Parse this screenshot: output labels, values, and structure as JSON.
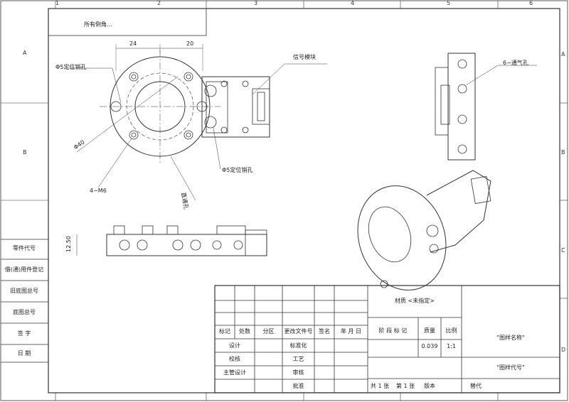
{
  "zones_top": [
    "1",
    "2",
    "3",
    "4",
    "5",
    "6"
  ],
  "zones_side": [
    "A",
    "B",
    "C",
    "D"
  ],
  "top_note": "所有倒角...",
  "side_table": [
    "零件代号",
    "借(通)用件登记",
    "旧底图总号",
    "底图总号",
    "签   字",
    "日   期"
  ],
  "annotations": {
    "dim_24": "24",
    "dim_20": "20",
    "phi5_top": "Φ5定位销孔",
    "signal_module": "信号模块",
    "phi40": "Φ40",
    "phi5_bottom": "Φ5定位销孔",
    "m6": "4−M6",
    "through_hole": "直通孔",
    "dim_12_50": "12.50",
    "air_holes": "6−通气孔"
  },
  "title_block": {
    "material": "材质 <未指定>",
    "headers": [
      "标记",
      "处数",
      "分区",
      "更改文件号",
      "签名",
      "年 月 日"
    ],
    "row_labels": [
      "设计",
      "校核",
      "主管设计"
    ],
    "mid_labels": [
      "标准化",
      "工艺",
      "审核",
      "批准"
    ],
    "stage_label": "阶 段 标 记",
    "weight_label": "质量",
    "scale_label": "比例",
    "weight_value": "0.039",
    "scale_value": "1:1",
    "drawing_name": "\"图样名称\"",
    "drawing_code": "\"图样代号\"",
    "sheets_total": "共 1 张",
    "sheet_no": "第 1 张",
    "version": "版本",
    "replaces": "替代"
  }
}
